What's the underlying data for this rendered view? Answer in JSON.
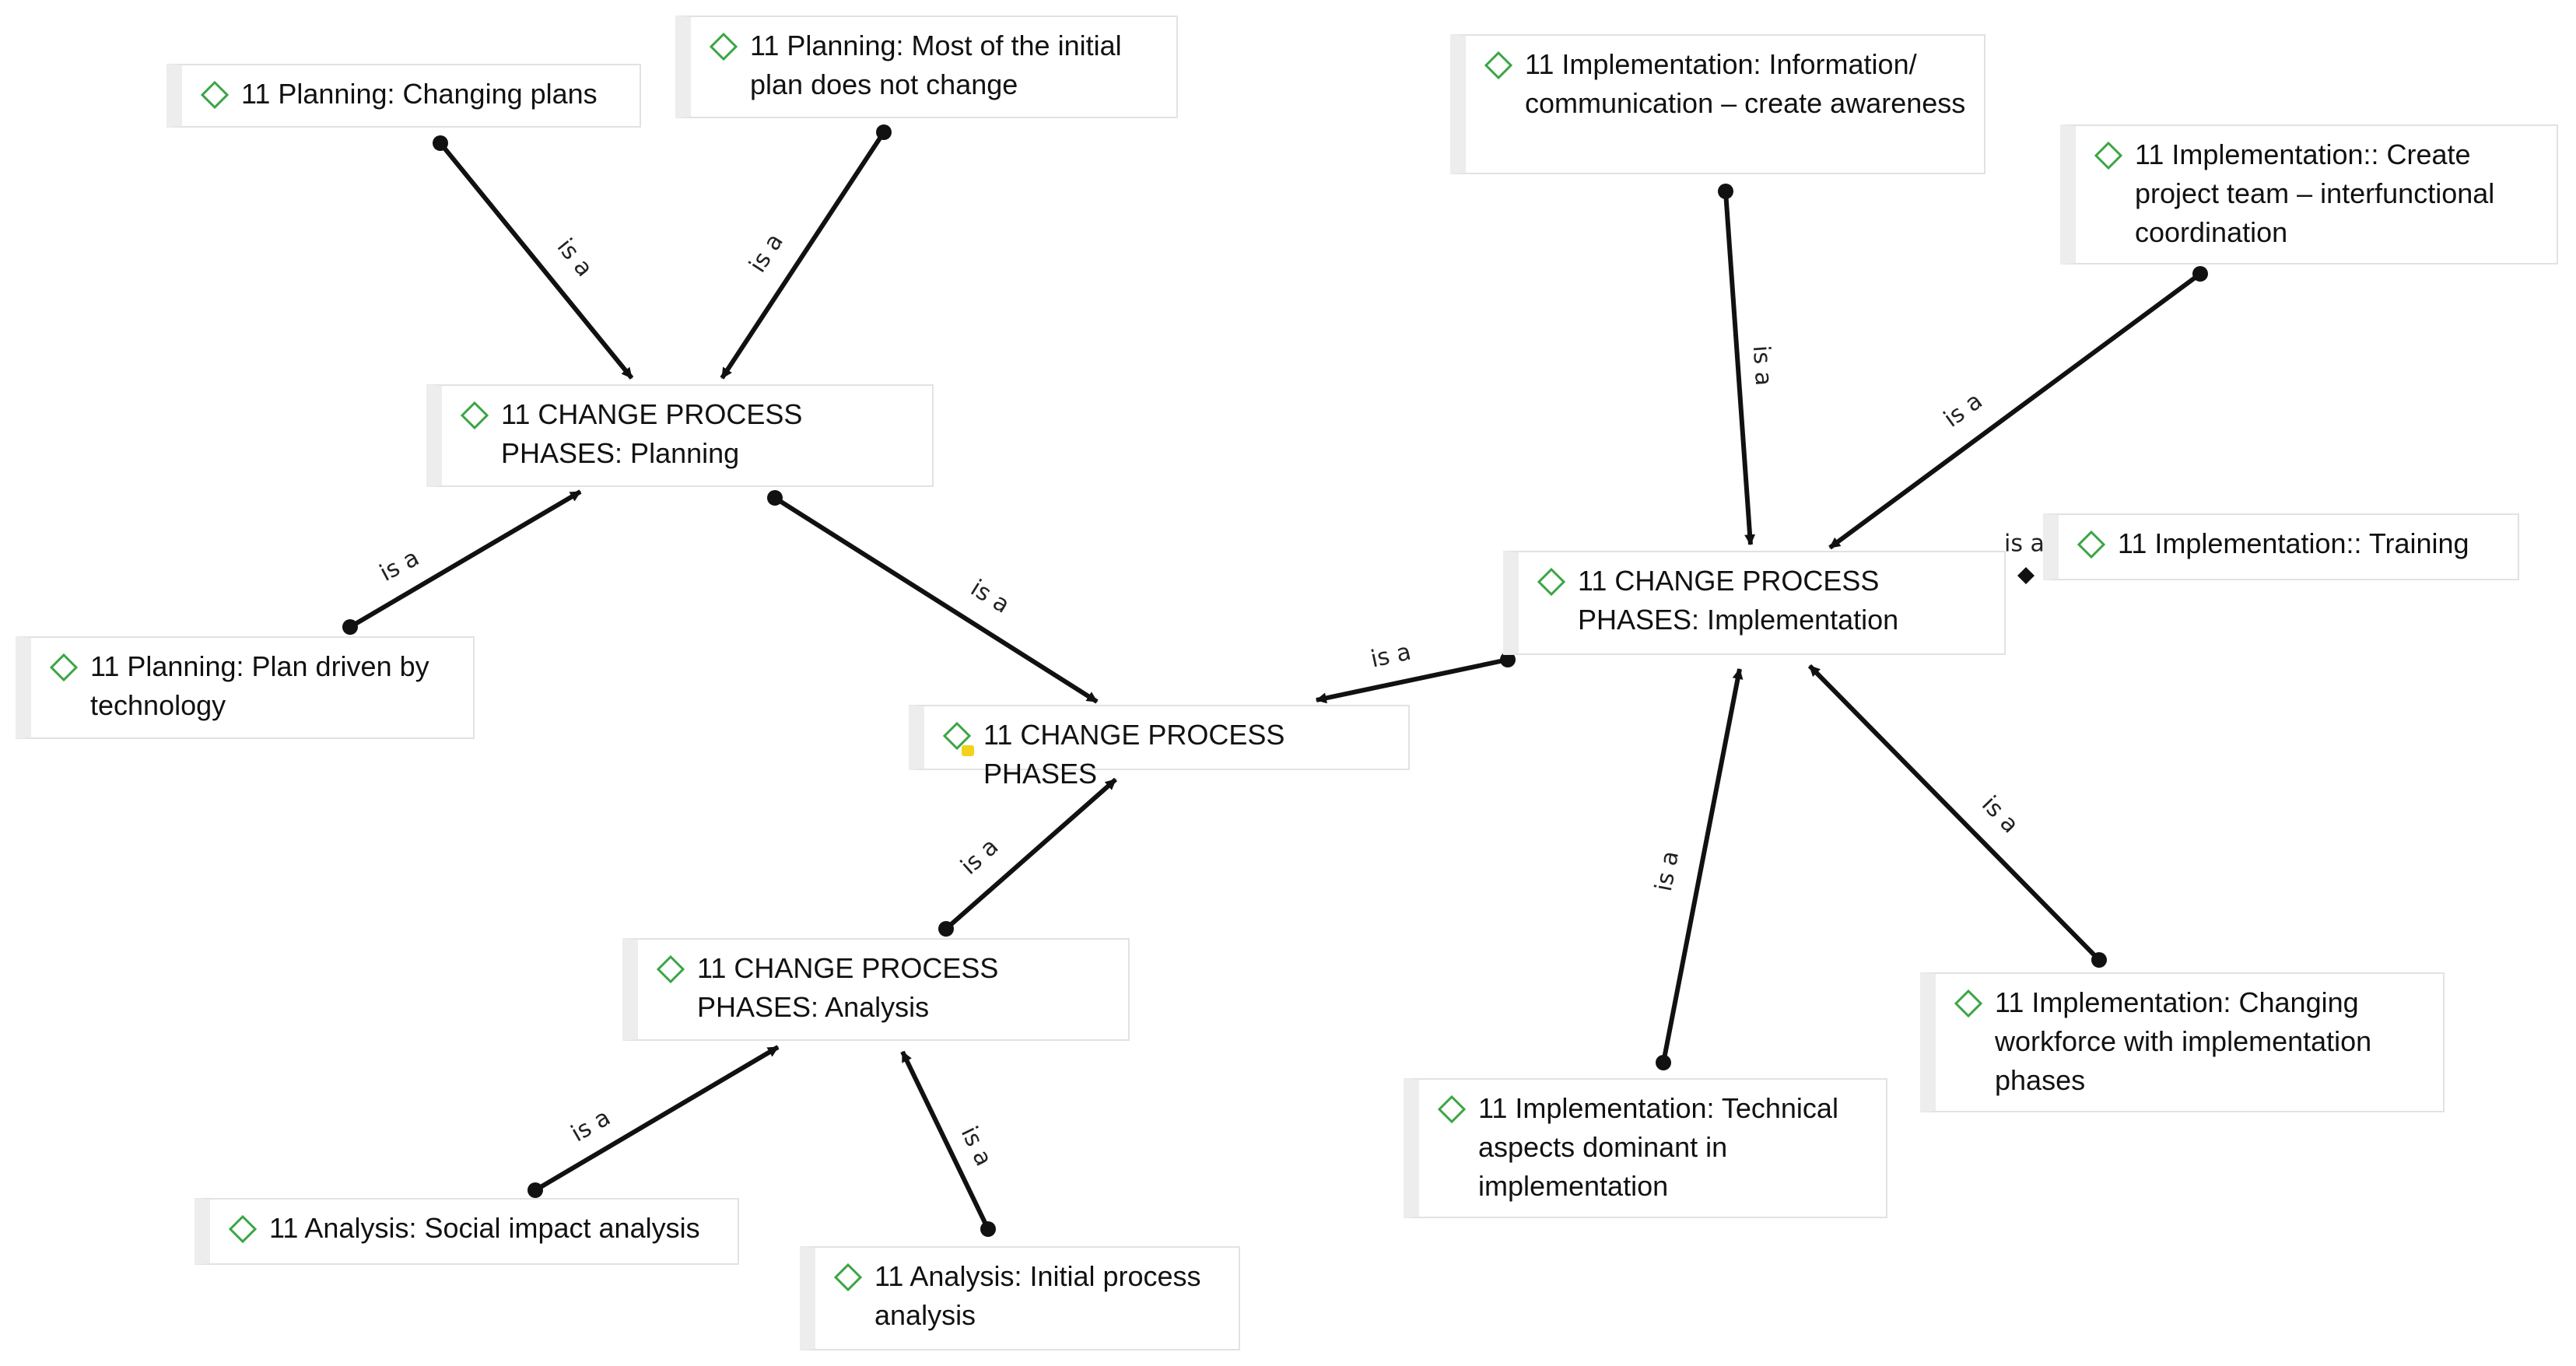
{
  "colors": {
    "edge": "#111111",
    "diamond": "#3aa544",
    "badge": "#f2d21b"
  },
  "icon_name": "diamond-icon",
  "nodes": [
    {
      "id": "planning_changing",
      "label": "11 Planning: Changing plans"
    },
    {
      "id": "planning_most",
      "label": "11 Planning: Most of the initial plan does not change"
    },
    {
      "id": "planning_phase",
      "label": "11 CHANGE PROCESS PHASES: Planning"
    },
    {
      "id": "planning_tech",
      "label": "11 Planning: Plan driven by technology"
    },
    {
      "id": "root",
      "label": "11 CHANGE PROCESS PHASES"
    },
    {
      "id": "analysis_phase",
      "label": "11 CHANGE PROCESS PHASES: Analysis"
    },
    {
      "id": "analysis_social",
      "label": "11 Analysis: Social impact analysis"
    },
    {
      "id": "analysis_initial",
      "label": "11 Analysis: Initial process analysis"
    },
    {
      "id": "impl_info",
      "label": "11 Implementation: Information/ communication – create awareness"
    },
    {
      "id": "impl_team",
      "label": "11 Implementation:: Create project team – interfunctional coordination"
    },
    {
      "id": "impl_training",
      "label": "11 Implementation:: Training"
    },
    {
      "id": "impl_phase",
      "label": "11 CHANGE PROCESS PHASES: Implementation"
    },
    {
      "id": "impl_technical",
      "label": "11 Implementation: Technical aspects dominant in implementation"
    },
    {
      "id": "impl_workforce",
      "label": "11 Implementation: Changing workforce with implementation phases"
    }
  ],
  "edges": [
    {
      "from": "planning_changing",
      "to": "planning_phase",
      "label": "is a"
    },
    {
      "from": "planning_most",
      "to": "planning_phase",
      "label": "is a"
    },
    {
      "from": "planning_tech",
      "to": "planning_phase",
      "label": "is a"
    },
    {
      "from": "planning_phase",
      "to": "root",
      "label": "is a"
    },
    {
      "from": "analysis_phase",
      "to": "root",
      "label": "is a"
    },
    {
      "from": "impl_phase",
      "to": "root",
      "label": "is a"
    },
    {
      "from": "analysis_social",
      "to": "analysis_phase",
      "label": "is a"
    },
    {
      "from": "analysis_initial",
      "to": "analysis_phase",
      "label": "is a"
    },
    {
      "from": "impl_info",
      "to": "impl_phase",
      "label": "is a"
    },
    {
      "from": "impl_team",
      "to": "impl_phase",
      "label": "is a"
    },
    {
      "from": "impl_training",
      "to": "impl_phase",
      "label": "is a"
    },
    {
      "from": "impl_technical",
      "to": "impl_phase",
      "label": "is a"
    },
    {
      "from": "impl_workforce",
      "to": "impl_phase",
      "label": "is a"
    }
  ]
}
